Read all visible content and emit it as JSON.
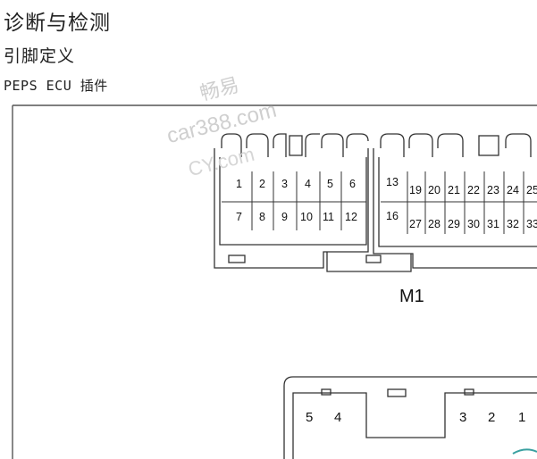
{
  "page": {
    "title": "诊断与检测",
    "subtitle": "引脚定义",
    "section": "PEPS ECU 插件"
  },
  "watermark": {
    "line1": "畅易",
    "line2": "car388.com",
    "line3": "CY.com"
  },
  "connector_m1": {
    "label": "M1",
    "left_block": {
      "top_row": [
        "1",
        "2",
        "3",
        "4",
        "5",
        "6"
      ],
      "bottom_row": [
        "7",
        "8",
        "9",
        "10",
        "11",
        "12"
      ]
    },
    "right_block": {
      "top_row": [
        "13",
        "19",
        "20",
        "21",
        "22",
        "23",
        "24",
        "25"
      ],
      "bottom_row": [
        "16",
        "27",
        "28",
        "29",
        "30",
        "31",
        "32",
        "33"
      ]
    }
  },
  "connector_lower": {
    "left_pins": [
      "5",
      "4"
    ],
    "right_pins": [
      "3",
      "2",
      "1"
    ]
  }
}
